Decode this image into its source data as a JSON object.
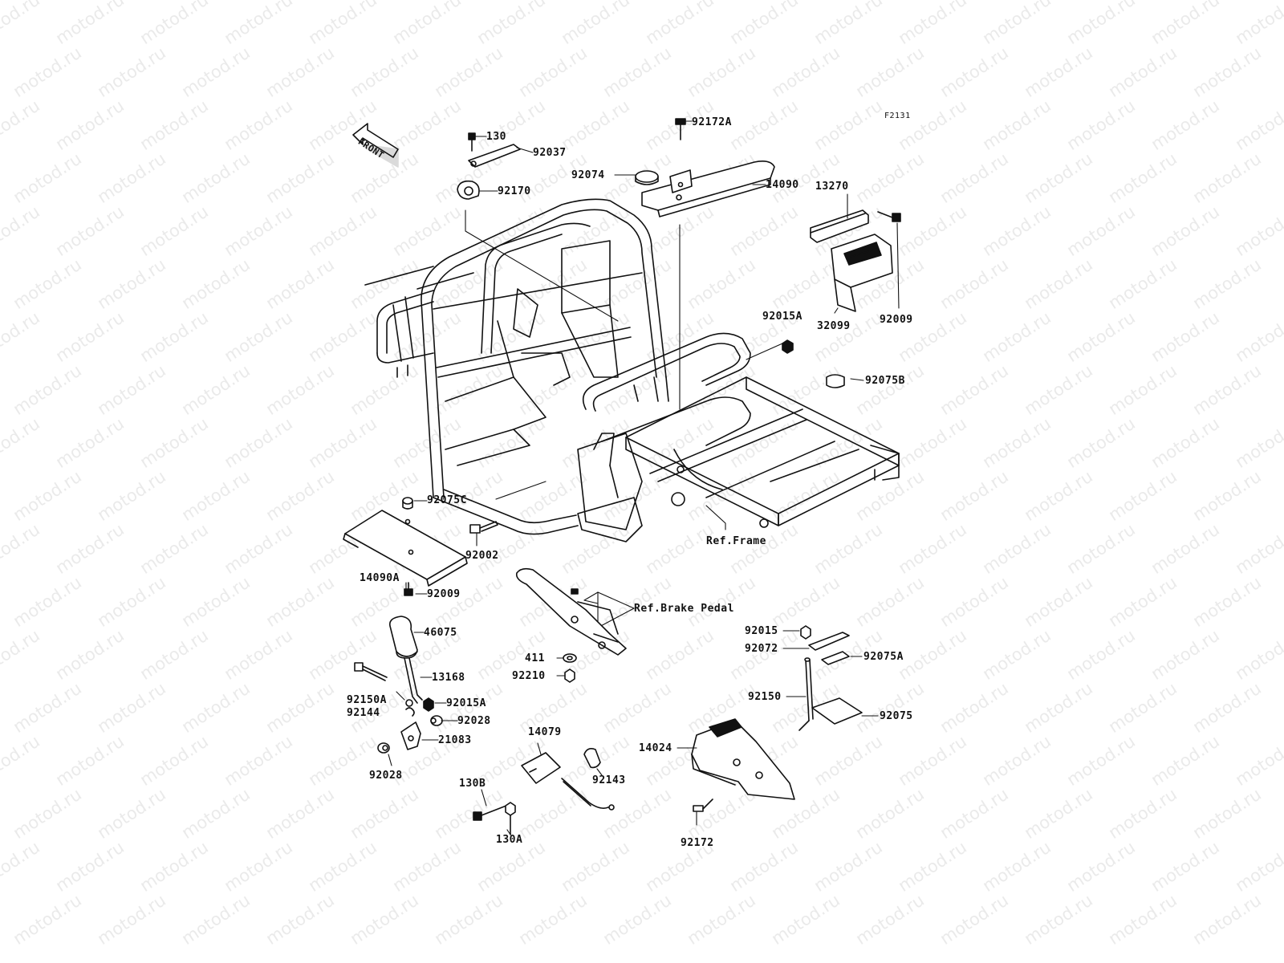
{
  "figure_id": "F2131",
  "front_arrow": "FRONT",
  "watermark": "motod.ru",
  "parts": {
    "p130": "130",
    "p92037": "92037",
    "p92170": "92170",
    "p92172A": "92172A",
    "p92074": "92074",
    "p14090": "14090",
    "p13270": "13270",
    "p32099": "32099",
    "p92009_top": "92009",
    "p92015A_top": "92015A",
    "p92075B": "92075B",
    "p92075C": "92075C",
    "p92002": "92002",
    "p14090A": "14090A",
    "p92009_bottom": "92009",
    "ref_frame": "Ref.Frame",
    "ref_brake_pedal": "Ref.Brake Pedal",
    "p46075": "46075",
    "p13168": "13168",
    "p92150A": "92150A",
    "p92015A_lower": "92015A",
    "p92144": "92144",
    "p92028_a": "92028",
    "p21083": "21083",
    "p92028_b": "92028",
    "p411": "411",
    "p92210": "92210",
    "p14079": "14079",
    "p92143": "92143",
    "p130B": "130B",
    "p130A": "130A",
    "p92015": "92015",
    "p92072": "92072",
    "p92075A": "92075A",
    "p92150": "92150",
    "p92075": "92075",
    "p14024": "14024",
    "p92172": "92172"
  }
}
